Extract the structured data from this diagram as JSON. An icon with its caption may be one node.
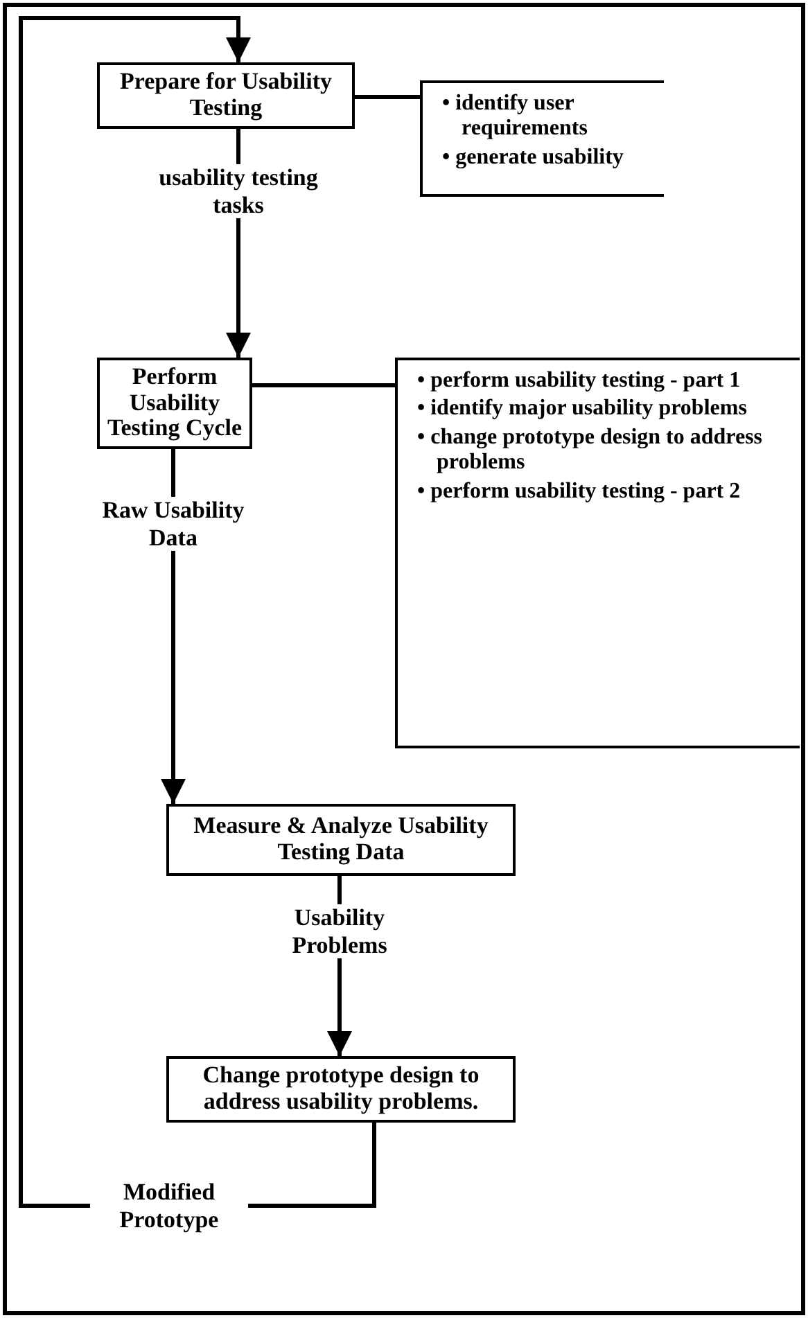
{
  "diagram": {
    "nodes": [
      {
        "text": [
          "Prepare for Usability Testing"
        ]
      },
      {
        "text": [
          "• identify user requirements",
          "• generate usability"
        ]
      },
      {
        "text": [
          "Perform Usability Testing Cycle"
        ]
      },
      {
        "text": [
          "• perform usability testing - part 1",
          "• identify major usability problems",
          "• change prototype design to address problems",
          "• perform usability testing - part 2"
        ]
      },
      {
        "text": [
          "Measure & Analyze Usability Testing Data"
        ]
      },
      {
        "text": [
          "Change prototype design to address usability problems."
        ]
      }
    ],
    "edges": [
      {
        "from": 0,
        "to": 1,
        "arrow": "none"
      },
      {
        "from": 0,
        "to": 2,
        "arrow": "to",
        "label": "usability testing tasks"
      },
      {
        "from": 2,
        "to": 3,
        "arrow": "none"
      },
      {
        "from": 2,
        "to": 4,
        "arrow": "to",
        "label": "Raw Usability Data"
      },
      {
        "from": 4,
        "to": 5,
        "arrow": "to",
        "label": "Usability Problems"
      },
      {
        "from": 5,
        "to": 0,
        "arrow": "to",
        "label": "Modified Prototype"
      }
    ]
  }
}
